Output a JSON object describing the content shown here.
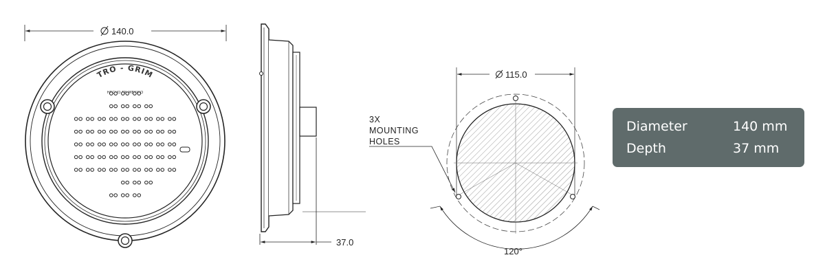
{
  "front_view": {
    "diameter_label": "140.0",
    "brand_text": "TRO - GRIM",
    "brand_subtext": "HECHO EN MEXICO"
  },
  "side_view": {
    "depth_label": "37.0"
  },
  "mounting_view": {
    "diameter_label": "115.0",
    "note_lines": [
      "3X",
      "MOUNTING",
      "HOLES"
    ],
    "angle_label": "120°"
  },
  "specs": {
    "rows": [
      {
        "label": "Diameter",
        "value": "140 mm"
      },
      {
        "label": "Depth",
        "value": "37 mm"
      }
    ]
  },
  "colors": {
    "line": "#222222",
    "spec_box_bg": "#5f6b6b",
    "spec_text": "#ffffff"
  }
}
